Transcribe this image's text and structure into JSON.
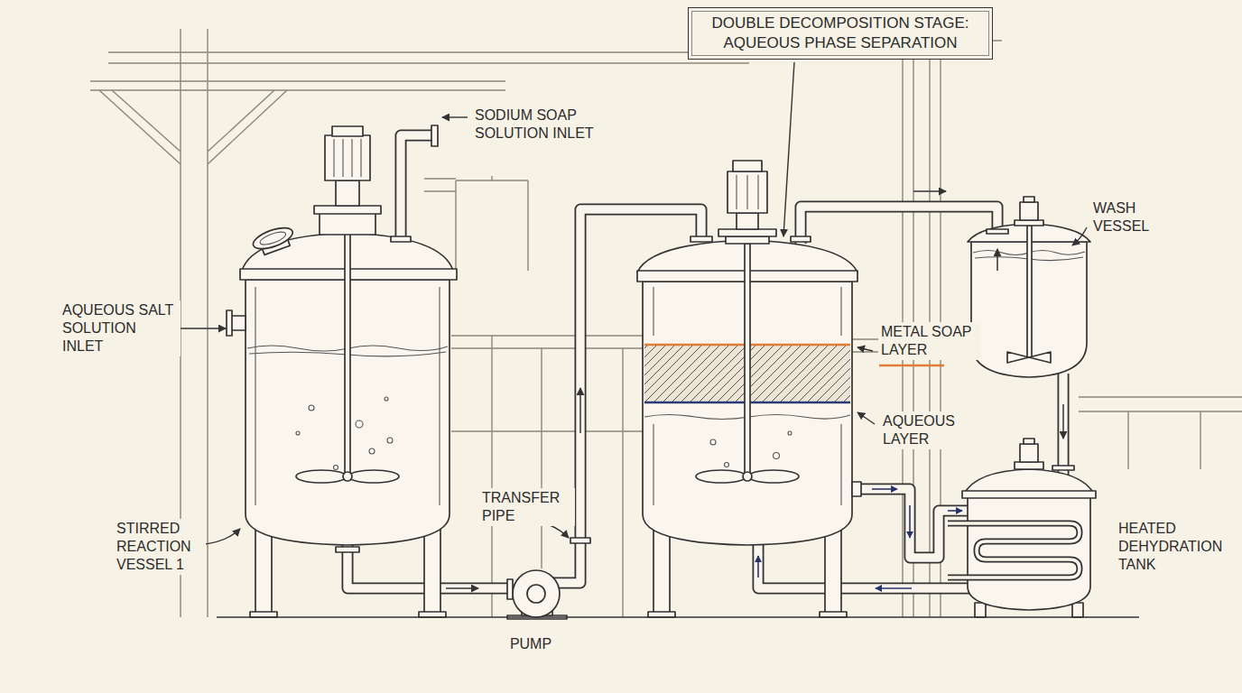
{
  "diagram": {
    "title": "DOUBLE DECOMPOSITION STAGE: AQUEOUS PHASE SEPARATION",
    "labels": [
      "SODIUM SOAP SOLUTION INLET",
      "WASH VESSEL",
      "METAL SOAP LAYER",
      "AQUEOUS LAYER",
      "AQUEOUS SALT SOLUTION INLET",
      "STIRRED REACTION VESSEL 1",
      "TRANSFER PIPE",
      "PUMP",
      "HEATED DEHYDRATION TANK"
    ]
  }
}
